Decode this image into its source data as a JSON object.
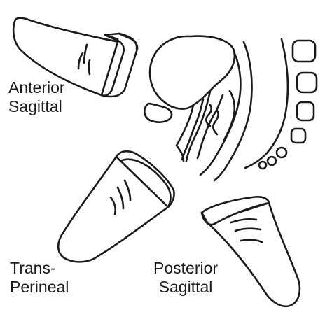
{
  "labels": {
    "anterior": {
      "line1": "Anterior",
      "line2": "Sagittal"
    },
    "transperineal": {
      "line1": "Trans-",
      "line2": "Perineal"
    },
    "posterior": {
      "line1": "Posterior",
      "line2": "Sagittal"
    }
  },
  "colors": {
    "stroke": "#1a1a1a",
    "background": "#ffffff"
  },
  "icons": {
    "probes": [
      "ultrasound-probe-icon",
      "ultrasound-probe-icon",
      "ultrasound-probe-icon"
    ],
    "anatomy": "pelvic-midsagittal-anatomy-icon"
  }
}
